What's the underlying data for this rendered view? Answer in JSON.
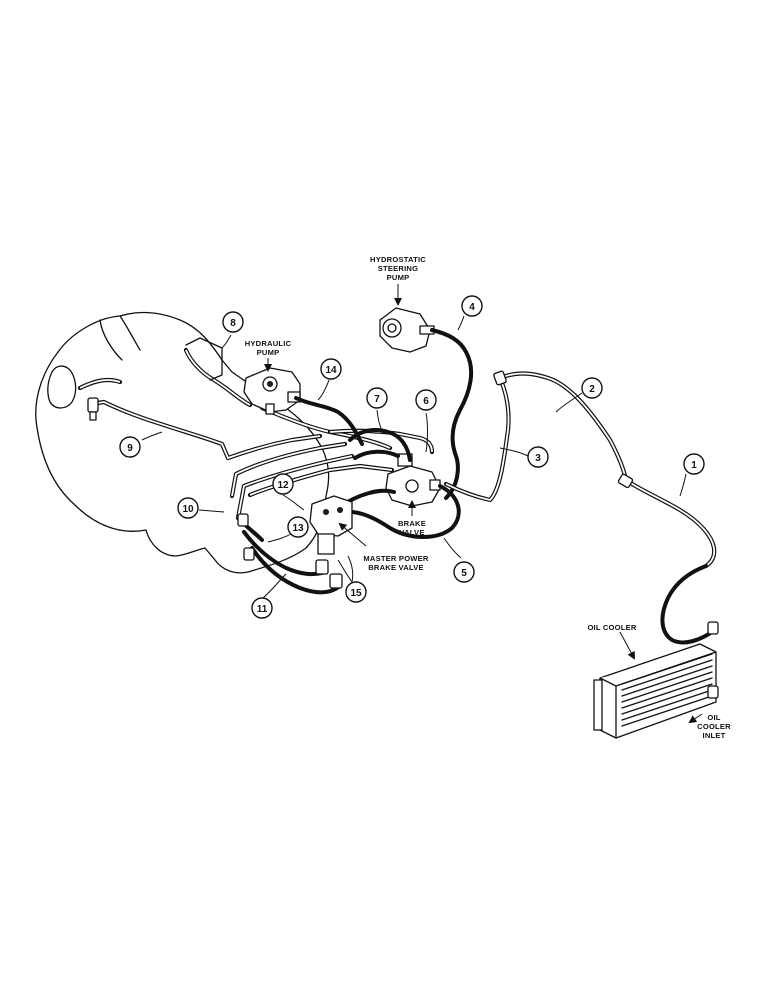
{
  "labels": {
    "hydrostatic_steering_pump": [
      "HYDROSTATIC",
      "STEERING",
      "PUMP"
    ],
    "hydraulic_pump": [
      "HYDRAULIC",
      "PUMP"
    ],
    "brake_valve": [
      "BRAKE",
      "VALVE"
    ],
    "master_power_brake_valve": [
      "MASTER POWER",
      "BRAKE VALVE"
    ],
    "oil_cooler": "OIL COOLER",
    "oil_cooler_inlet": [
      "OIL",
      "COOLER",
      "INLET"
    ]
  },
  "callouts": [
    "1",
    "2",
    "3",
    "4",
    "5",
    "6",
    "7",
    "8",
    "9",
    "10",
    "11",
    "12",
    "13",
    "14",
    "15"
  ]
}
